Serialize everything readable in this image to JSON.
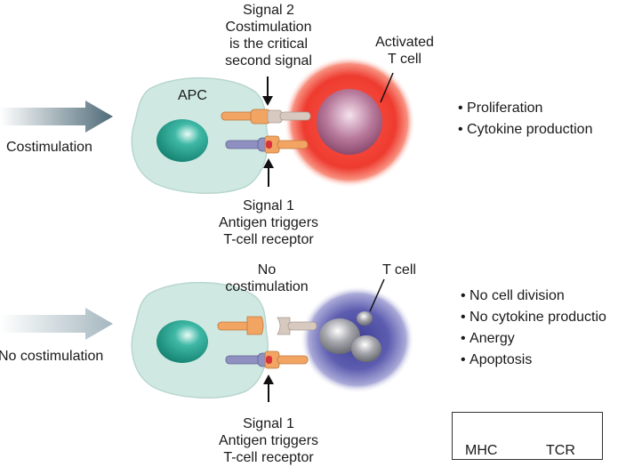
{
  "top": {
    "signal2_lines": [
      "Signal 2",
      "Costimulation",
      "is the critical",
      "second signal"
    ],
    "apc_label": "APC",
    "activated_lines": [
      "Activated",
      "T cell"
    ],
    "costim_label": "Costimulation",
    "signal1_lines": [
      "Signal 1",
      "Antigen triggers",
      "T-cell receptor"
    ],
    "outcomes": [
      "Proliferation",
      "Cytokine production"
    ]
  },
  "bottom": {
    "nocostim_lines": [
      "No",
      "costimulation"
    ],
    "tcell_label": "T cell",
    "nocostim_label": "No costimulation",
    "signal1_lines": [
      "Signal 1",
      "Antigen triggers",
      "T-cell receptor"
    ],
    "outcomes": [
      "No cell division",
      "No cytokine productio",
      "Anergy",
      "Apoptosis"
    ]
  },
  "legend": {
    "mhc": "MHC",
    "tcr": "TCR"
  },
  "colors": {
    "apc_body": "#cfe8e2",
    "apc_nucleus": "#2aa393",
    "activated_glow": "#e8322a",
    "activated_core": "#b2708f",
    "anergic_glow": "#5a5aa8",
    "mhc": "#8f8fc2",
    "tcr": "#f2a463",
    "costim_ligand": "#f2a463",
    "cd28": "#d8c9c0"
  }
}
